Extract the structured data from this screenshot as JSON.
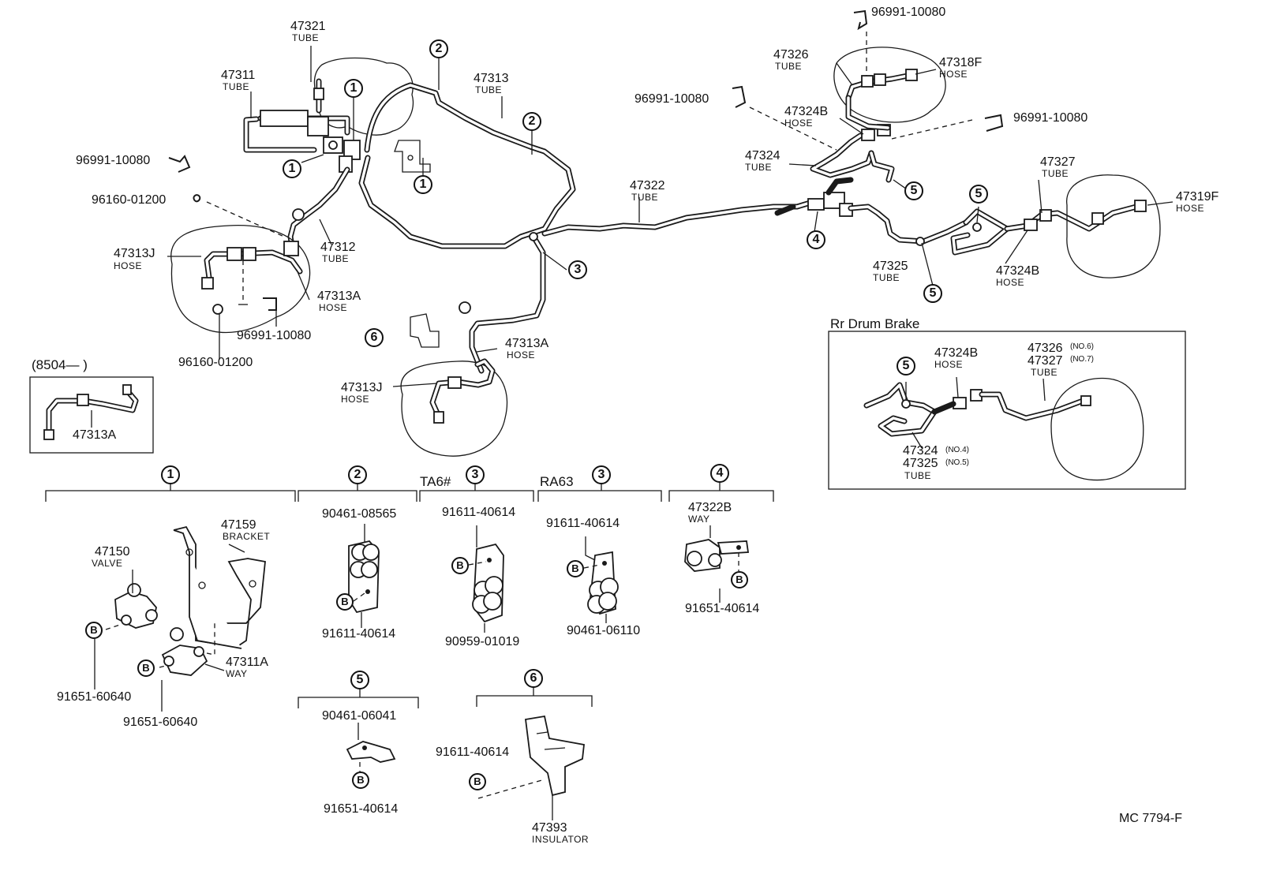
{
  "drawing_code": "MC 7794-F",
  "labels": {
    "p47321": "47321",
    "p47321_t": "TUBE",
    "p47311": "47311",
    "p47311_t": "TUBE",
    "p47313": "47313",
    "p47313_t": "TUBE",
    "p96991_a": "96991-10080",
    "p96160_a": "96160-01200",
    "p47313J_a": "47313J",
    "p47313J_a_t": "HOSE",
    "p47312": "47312",
    "p47312_t": "TUBE",
    "p47313A_a": "47313A",
    "p47313A_a_t": "HOSE",
    "p96991_b": "96991-10080",
    "p96160_b": "96160-01200",
    "p8504": "(8504—        )",
    "p47313A_box": "47313A",
    "p47313A_b": "47313A",
    "p47313A_b_t": "HOSE",
    "p47313J_b": "47313J",
    "p47313J_b_t": "HOSE",
    "p47322": "47322",
    "p47322_t": "TUBE",
    "p96991_top": "96991-10080",
    "p47326": "47326",
    "p47326_t": "TUBE",
    "p47318F": "47318F",
    "p47318F_t": "HOSE",
    "p96991_c": "96991-10080",
    "p47324B_a": "47324B",
    "p47324B_a_t": "HOSE",
    "p96991_d": "96991-10080",
    "p47324": "47324",
    "p47324_t": "TUBE",
    "p47327": "47327",
    "p47327_t": "TUBE",
    "p47319F": "47319F",
    "p47319F_t": "HOSE",
    "p47325": "47325",
    "p47325_t": "TUBE",
    "p47324B_b": "47324B",
    "p47324B_b_t": "HOSE",
    "rr_title": "Rr Drum Brake",
    "rr_47324B": "47324B",
    "rr_47324B_t": "HOSE",
    "rr_47326": "47326",
    "rr_47326_n": "(NO.6)",
    "rr_47327": "47327",
    "rr_47327_n": "(NO.7)",
    "rr_tube1": "TUBE",
    "rr_47324": "47324",
    "rr_47324_n": "(NO.4)",
    "rr_47325": "47325",
    "rr_47325_n": "(NO.5)",
    "rr_tube2": "TUBE",
    "g1_47159": "47159",
    "g1_47159_t": "BRACKET",
    "g1_47150": "47150",
    "g1_47150_t": "VALVE",
    "g1_47311A": "47311A",
    "g1_47311A_t": "WAY",
    "g1_91651_a": "91651-60640",
    "g1_91651_b": "91651-60640",
    "g2_90461": "90461-08565",
    "g2_91611": "91611-40614",
    "g3a_prefix": "TA6#",
    "g3a_91611": "91611-40614",
    "g3a_90959": "90959-01019",
    "g3b_prefix": "RA63",
    "g3b_91611": "91611-40614",
    "g3b_90461": "90461-06110",
    "g4_47322B": "47322B",
    "g4_47322B_t": "WAY",
    "g4_91651": "91651-40614",
    "g5_90461": "90461-06041",
    "g5_91651": "91651-40614",
    "g6_91611": "91611-40614",
    "g6_47393": "47393",
    "g6_47393_t": "INSULATOR"
  },
  "callouts": {
    "one": "1",
    "two": "2",
    "three": "3",
    "four": "4",
    "five": "5",
    "six": "6",
    "bolt": "B"
  }
}
